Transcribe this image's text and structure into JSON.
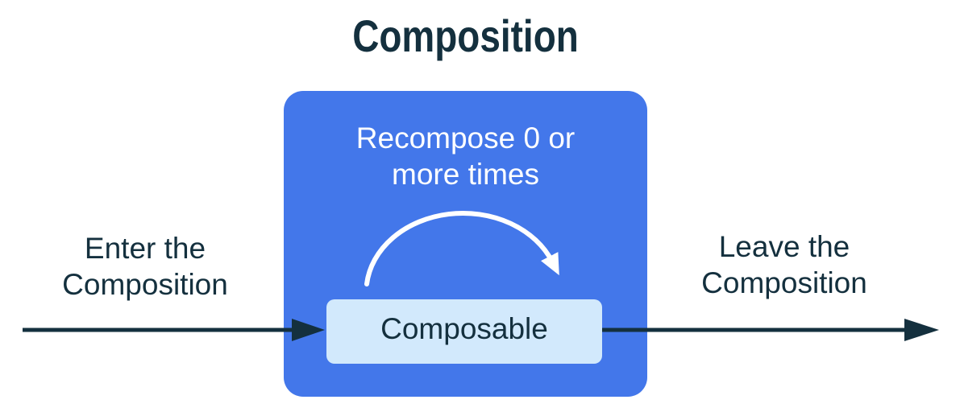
{
  "title": "Composition",
  "diagram": {
    "recompose_label": "Recompose 0 or\nmore times",
    "composable_label": "Composable",
    "enter_label": "Enter the\nComposition",
    "leave_label": "Leave the\nComposition"
  },
  "icons": {
    "recompose_loop_arrow": "curved-arc-arrow-clockwise",
    "enter_flow_arrow": "arrow-right",
    "leave_flow_arrow": "arrow-right"
  },
  "colors": {
    "navy": "#14303E",
    "blue": "#4377EA",
    "light_blue": "#D2E9FC",
    "white": "#FFFFFF",
    "page_bg": "#FFFFFF"
  }
}
